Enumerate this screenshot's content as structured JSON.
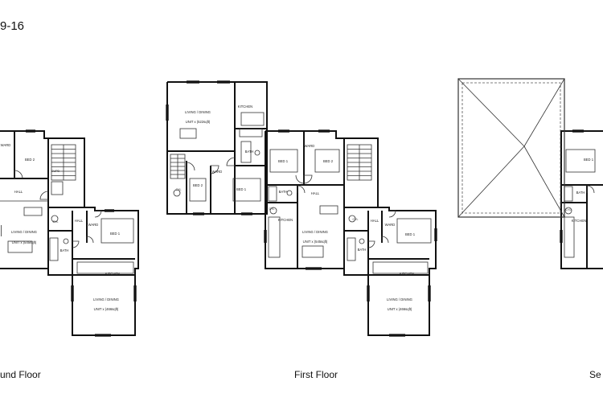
{
  "page": {
    "heading": "9-16"
  },
  "captions": {
    "ground": "und Floor",
    "first": "First Floor",
    "second": "Se"
  },
  "colors": {
    "wall": "#111111",
    "line": "#333333",
    "roof_dash": "#555555"
  },
  "labels": {
    "wardrobe": "WARD",
    "bed1": "BED 1",
    "bed2": "BED 2",
    "hall": "HALL",
    "bath": "BATH",
    "kitchen": "KITCHEN",
    "living_dining": "LIVING / DINING",
    "cyl": "CYL",
    "cupd": "CUPD",
    "unit_545": "UNIT x (545sqft)",
    "unit_466": "UNIT x (466sqft)",
    "unit_522": "UNIT x (522sqft)"
  }
}
